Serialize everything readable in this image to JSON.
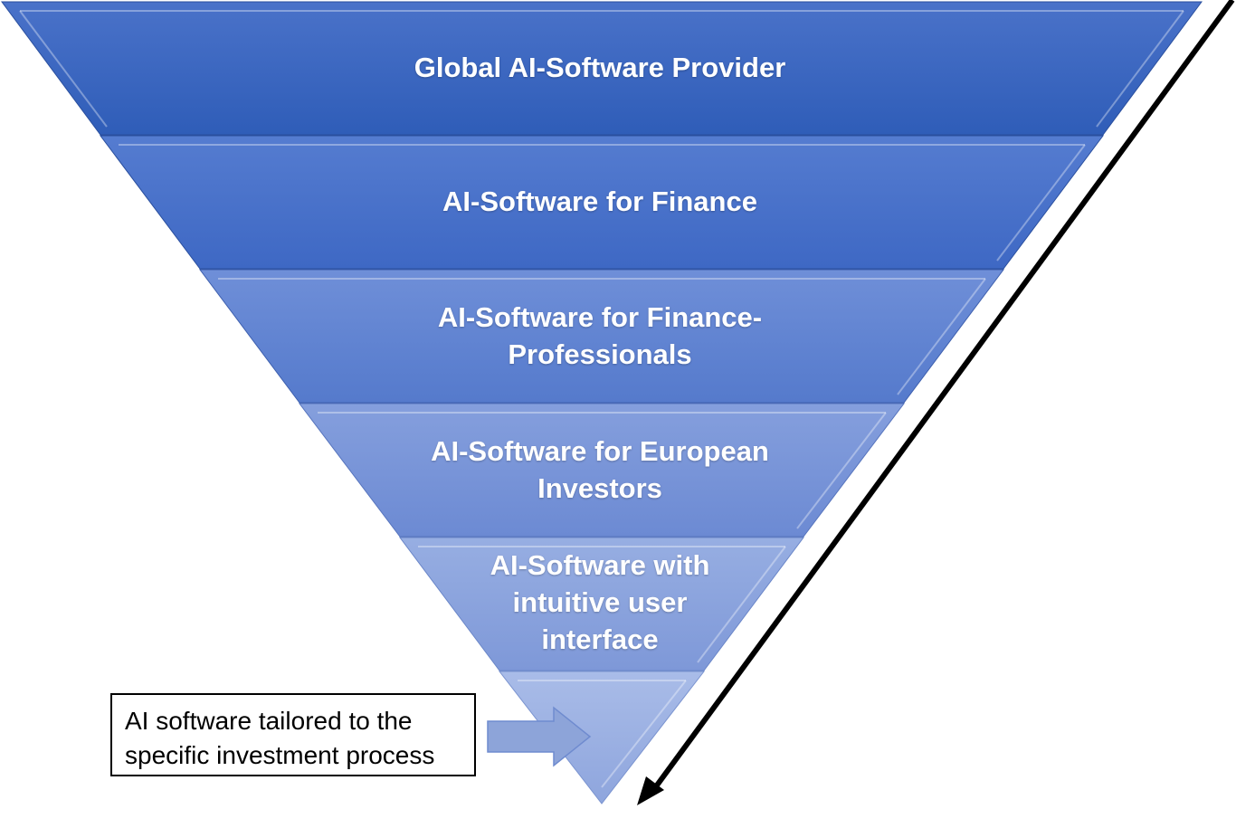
{
  "diagram": {
    "layers": [
      {
        "label": "Global AI-Software Provider"
      },
      {
        "label": "AI-Software for Finance"
      },
      {
        "label": "AI-Software for Finance-\nProfessionals"
      },
      {
        "label": "AI-Software for European\nInvestors"
      },
      {
        "label": "AI-Software with\nintuitive user\ninterface"
      },
      {
        "label": ""
      }
    ],
    "callout": {
      "text": "AI software tailored to the\nspecific investment process"
    },
    "colors": {
      "layer_top": "#3a64c2",
      "layer_bottom": "#a7b9e6",
      "arrow": "#000000",
      "callout_arrow": "#8da4d9"
    }
  }
}
